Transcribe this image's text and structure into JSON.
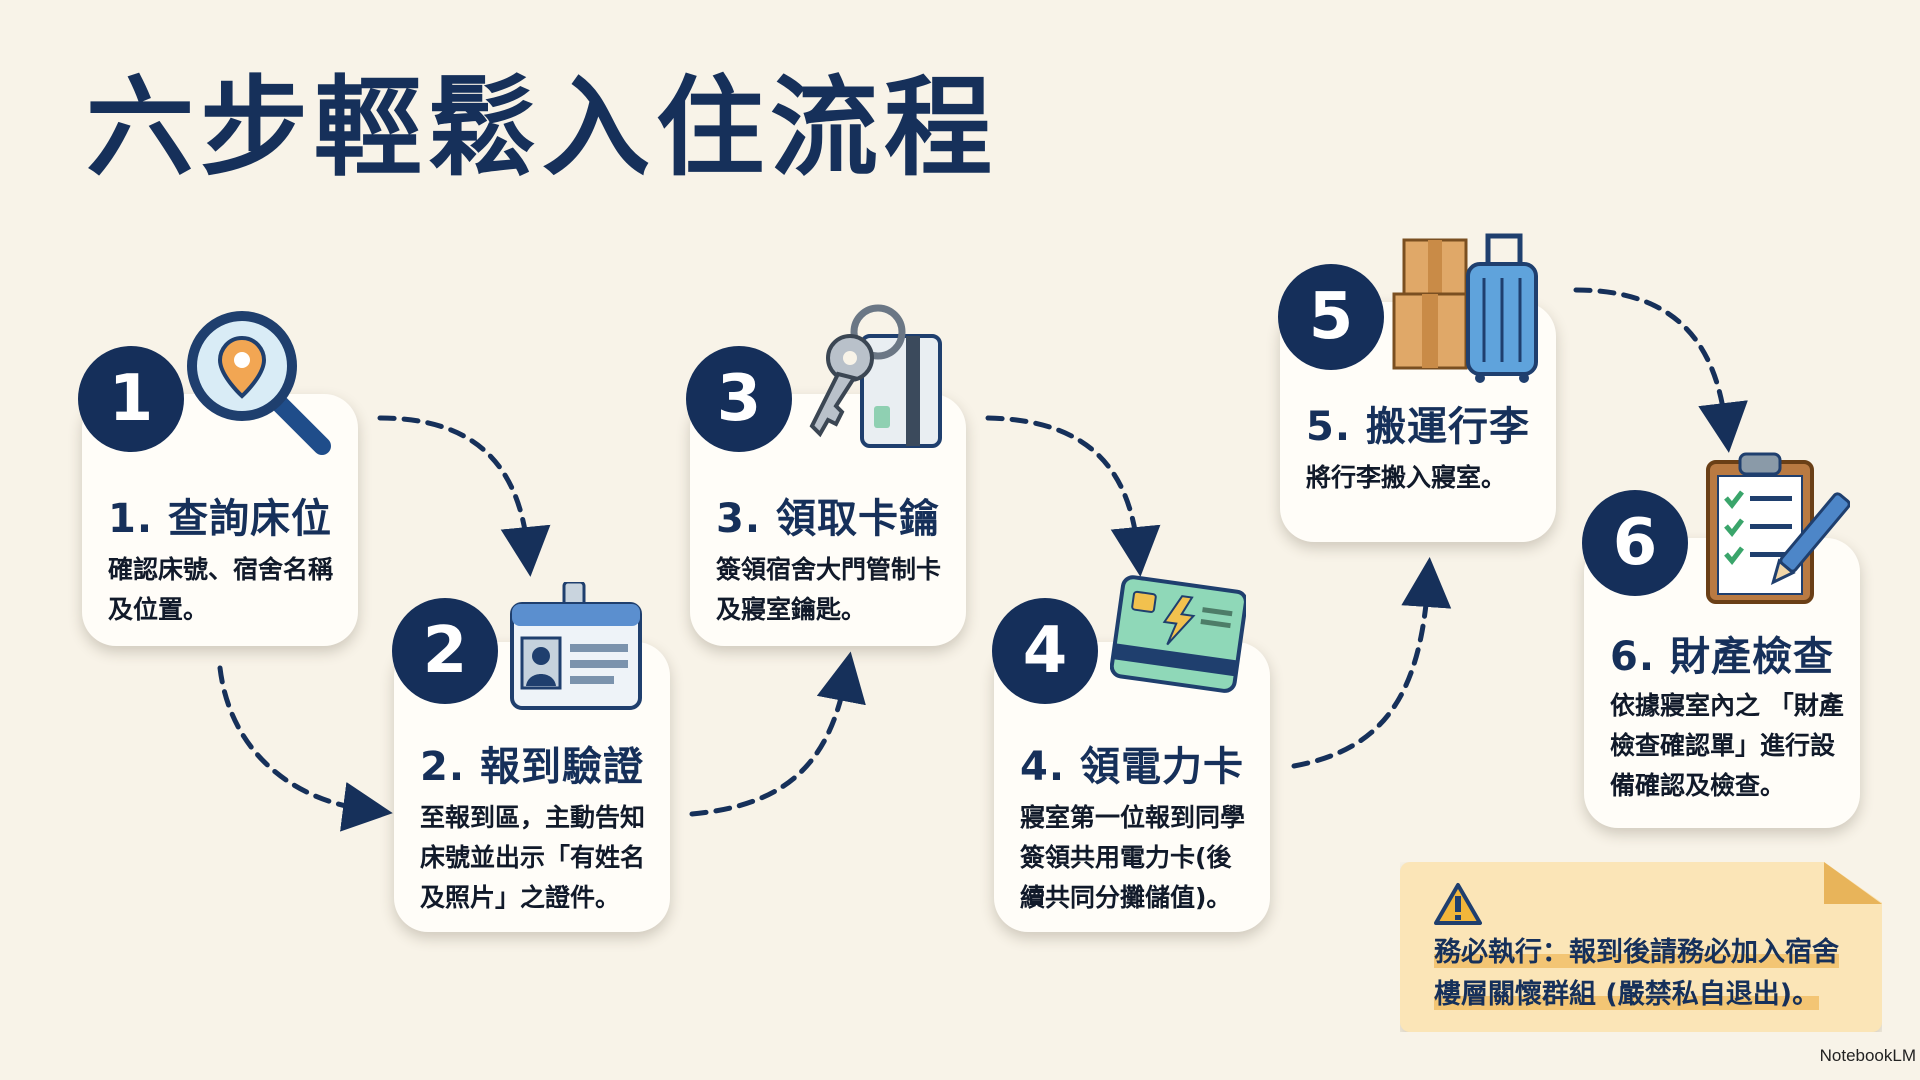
{
  "title": "六步輕鬆入住流程",
  "steps": [
    {
      "number": "1",
      "title": "1. 查詢床位",
      "desc": "確認床號、宿舍名稱及位置。",
      "icon": "magnifier-location-icon"
    },
    {
      "number": "2",
      "title": "2. 報到驗證",
      "desc": "至報到區，主動告知床號並出示「有姓名及照片」之證件。",
      "icon": "id-badge-icon"
    },
    {
      "number": "3",
      "title": "3. 領取卡鑰",
      "desc": "簽領宿舍大門管制卡及寢室鑰匙。",
      "icon": "key-card-icon"
    },
    {
      "number": "4",
      "title": "4. 領電力卡",
      "desc": "寢室第一位報到同學簽領共用電力卡(後續共同分攤儲值)。",
      "icon": "power-card-icon"
    },
    {
      "number": "5",
      "title": "5. 搬運行李",
      "desc": "將行李搬入寢室。",
      "icon": "luggage-boxes-icon"
    },
    {
      "number": "6",
      "title": "6. 財產檢查",
      "desc": "依據寢室內之 「財產檢查確認單」進行設備確認及檢查。",
      "icon": "clipboard-checklist-icon"
    }
  ],
  "note": {
    "icon": "warning-icon",
    "text": "務必執行：報到後請務必加入宿舍樓層關懷群組 (嚴禁私自退出)。"
  },
  "watermark": "NotebookLM",
  "colors": {
    "navy": "#152f5a",
    "background": "#f8f3e8",
    "note": "#fbe5b7",
    "highlight": "#f3c574"
  }
}
